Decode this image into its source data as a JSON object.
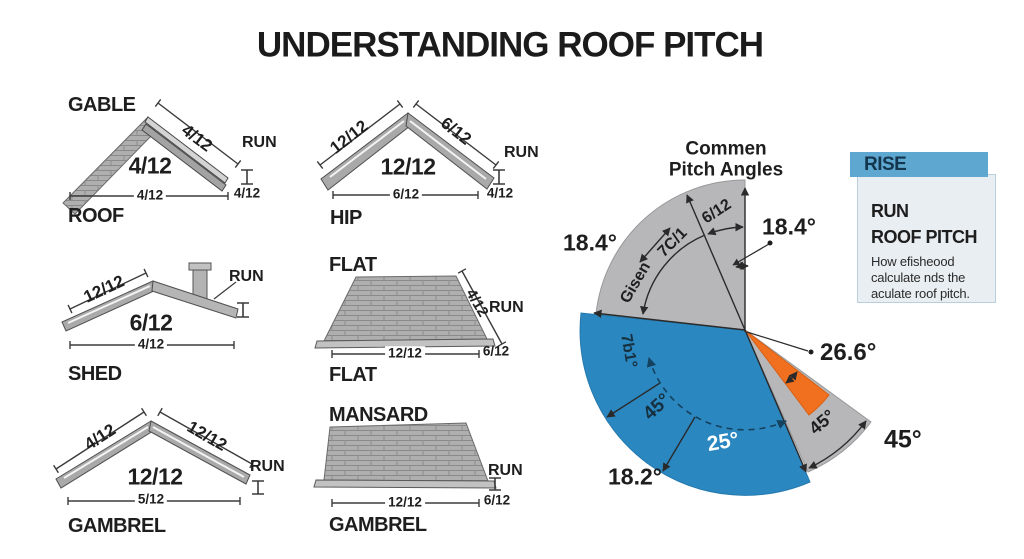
{
  "title": "UNDERSTANDING ROOF PITCH",
  "diagrams": {
    "gable": {
      "name": "GABLE",
      "slope": "4/12",
      "big": "4/12",
      "bottom": "4/12",
      "run": "RUN",
      "rise": "4/12",
      "caption": "ROOF"
    },
    "hip": {
      "left": "12/12",
      "right": "6/12",
      "big": "12/12",
      "bottom": "6/12",
      "run": "RUN",
      "rise": "4/12",
      "caption": "HIP"
    },
    "shed": {
      "slope": "12/12",
      "big": "6/12",
      "bottom": "4/12",
      "run": "RUN",
      "caption": "SHED"
    },
    "flat": {
      "name": "FLAT",
      "slope": "4/12",
      "run": "RUN",
      "bottom": "12/12",
      "rise": "6/12",
      "caption": "FLAT"
    },
    "gambrel": {
      "left": "4/12",
      "right": "12/12",
      "big": "12/12",
      "bottom": "5/12",
      "run": "RUN",
      "caption": "GAMBREL"
    },
    "mansard": {
      "name": "MANSARD",
      "run": "RUN",
      "bottom": "12/12",
      "rise": "6/12",
      "caption": "GAMBREL"
    }
  },
  "pie": {
    "title_line1": "Commen",
    "title_line2": "Pitch Angles",
    "inner_labels": {
      "top_pitch": "6/12",
      "mid_pitch": "7C/1",
      "left_pitch": "Gisen",
      "blue_pitch": "7b1°",
      "blue_angle_45": "45°",
      "blue_angle_25": "25°",
      "gray_angle_45": "45°"
    },
    "outer_labels": {
      "left_angle": "18.4°",
      "right_angle": "18.4°",
      "mid_right_angle": "26.6°",
      "bottom_left_angle": "18.2°",
      "far_right_angle": "45°"
    }
  },
  "legend": {
    "header": "RISE",
    "row1": "RUN",
    "row2": "ROOF PITCH",
    "description": "How efisheood calculate nds the aculate roof pitch."
  },
  "colors": {
    "blue": "#2b87c0",
    "orange": "#f0701f",
    "gray": "#b7b7b9",
    "legend_header": "#5ea7d1",
    "legend_body": "#e9eef2",
    "line": "#2a2a2a"
  }
}
